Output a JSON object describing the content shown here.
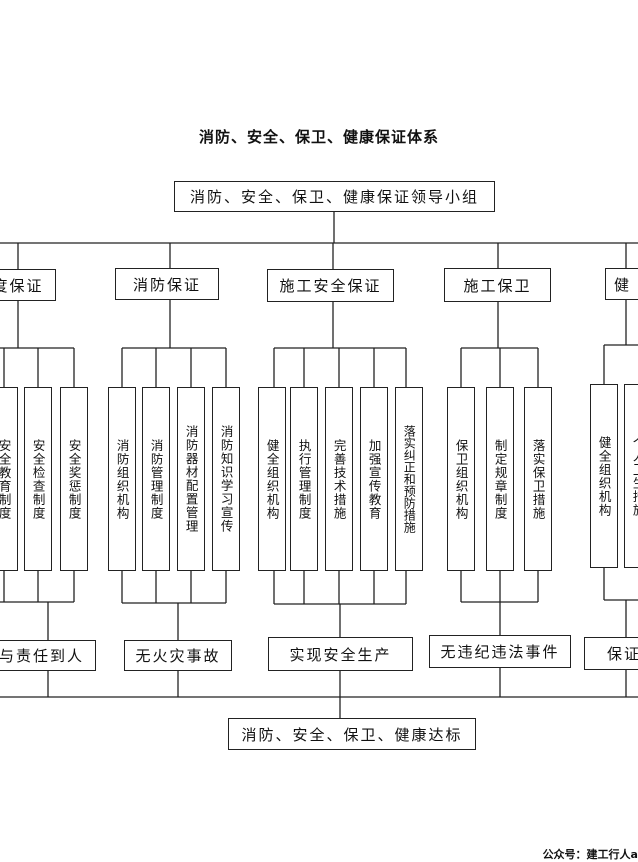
{
  "title": "消防、安全、保卫、健康保证体系",
  "root": "消防、安全、保卫、健康保证领导小组",
  "categories": [
    {
      "label": "度保证",
      "items": [
        "安全教育制度",
        "安全检查制度",
        "安全奖惩制度"
      ],
      "result": "标与责任到人"
    },
    {
      "label": "消防保证",
      "items": [
        "消防组织机构",
        "消防管理制度",
        "消防器材配置管理",
        "消防知识学习宣传"
      ],
      "result": "无火灾事故"
    },
    {
      "label": "施工安全保证",
      "items": [
        "健全组织机构",
        "执行管理制度",
        "完善技术措施",
        "加强宣传教育",
        "落实纠正和预防措施"
      ],
      "result": "实现安全生产"
    },
    {
      "label": "施工保卫",
      "items": [
        "保卫组织机构",
        "制定规章制度",
        "落实保卫措施"
      ],
      "result": "无违纪违法事件"
    },
    {
      "label": "健",
      "items": [
        "健全组织机构",
        "个人卫生措施",
        ""
      ],
      "result": "保证"
    }
  ],
  "bottom": "消防、安全、保卫、健康达标",
  "footer": "公众号：建工行人a"
}
